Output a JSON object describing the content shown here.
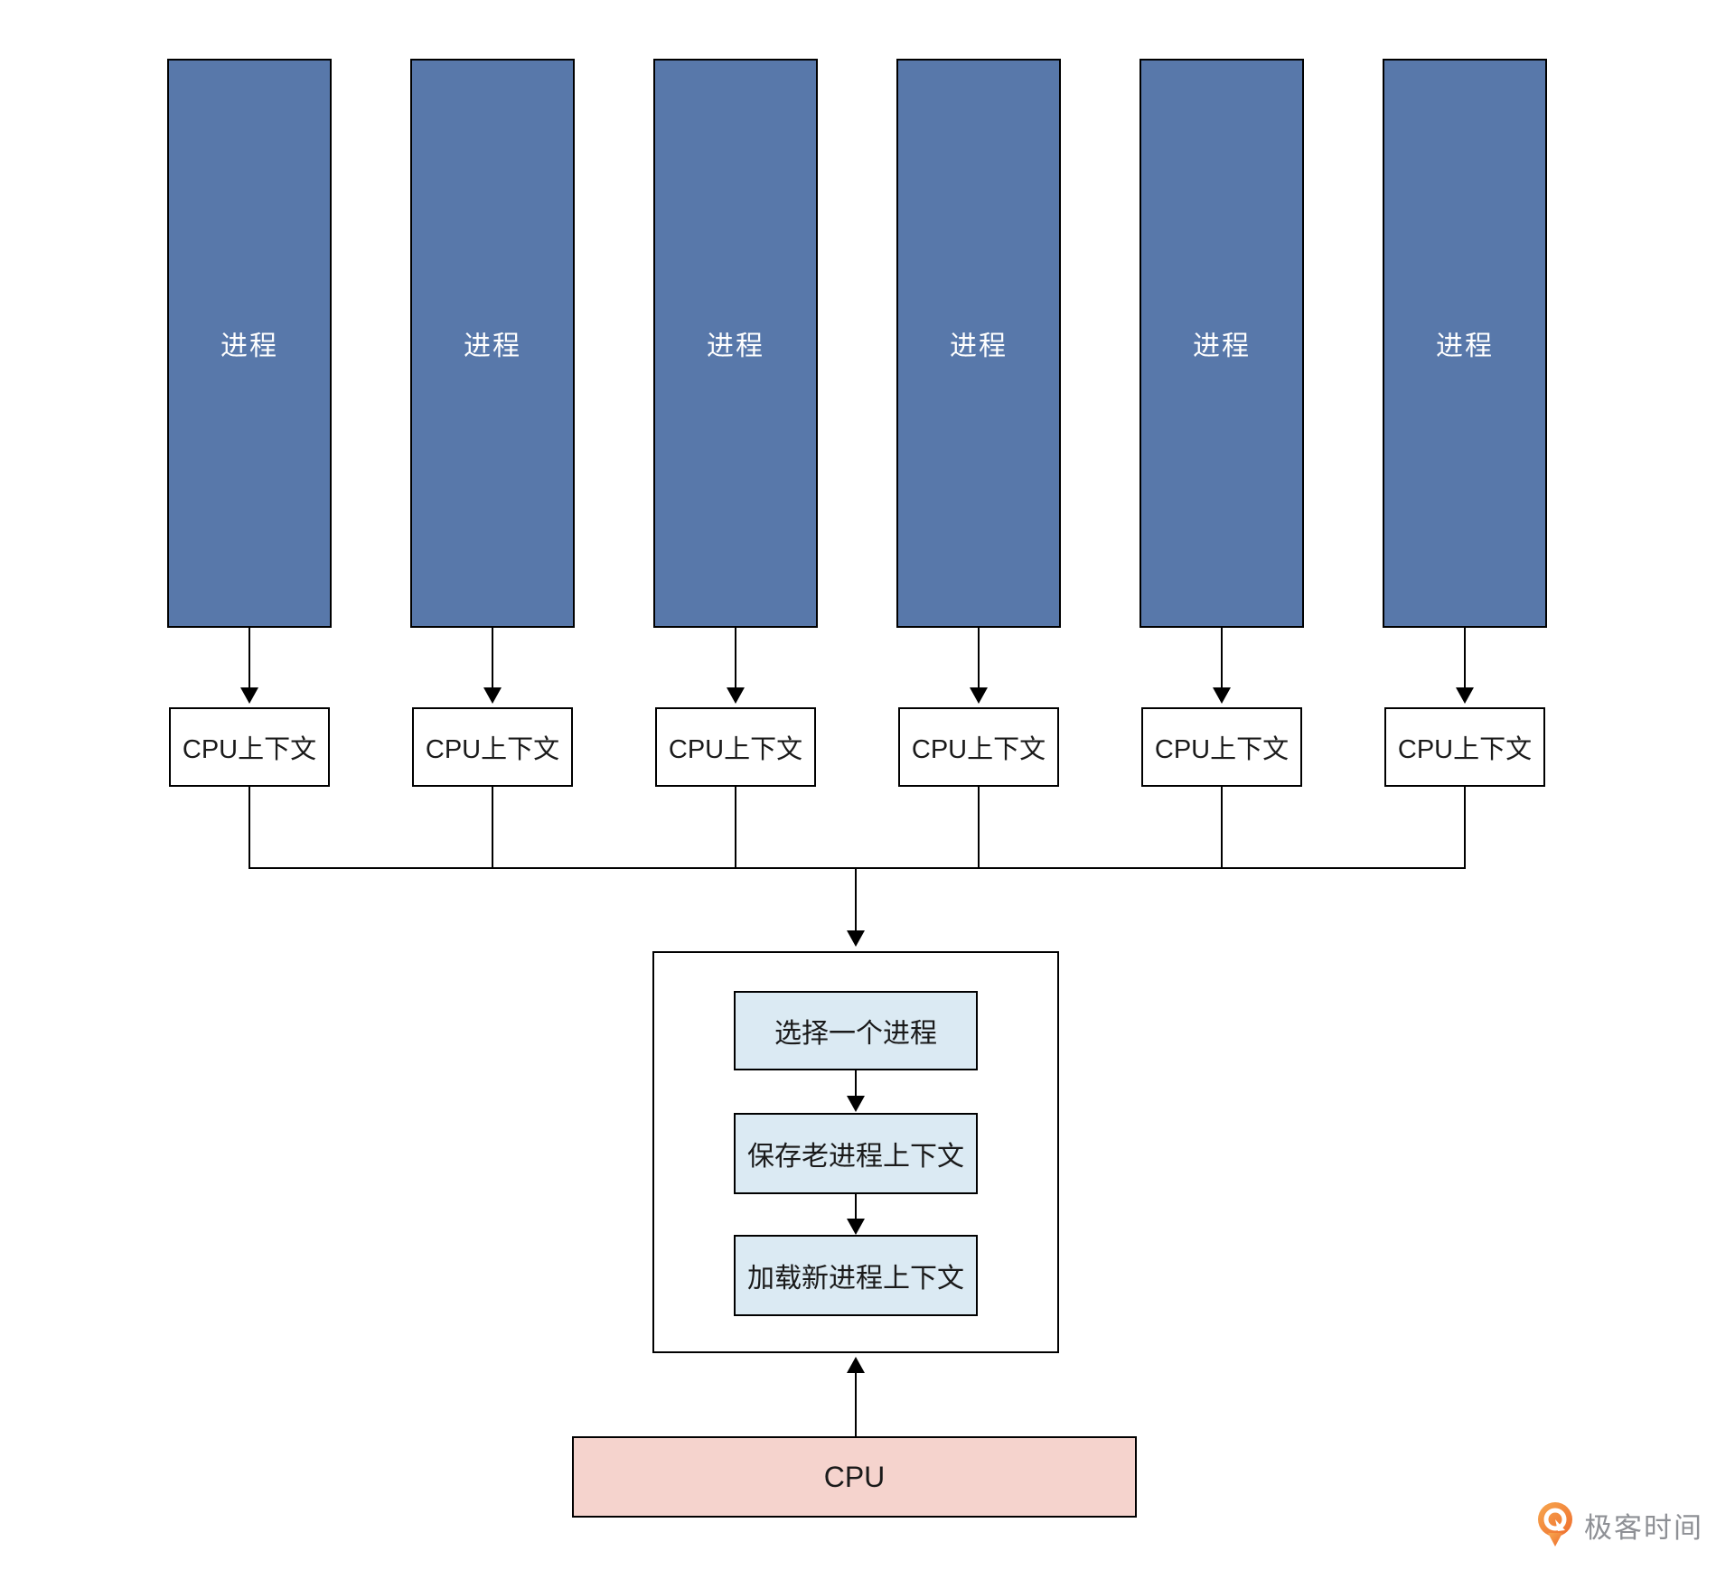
{
  "colors": {
    "process_fill": "#5878aa",
    "process_text": "#ffffff",
    "step_fill": "#dbeaf3",
    "cpu_fill": "#f5d3cd",
    "line": "#000000",
    "text": "#1a1a1a",
    "logo_text": "#8e9095",
    "logo_orange": "#ee6c2d"
  },
  "columns": [
    {
      "process": "进程",
      "cpu_context": "CPU上下文"
    },
    {
      "process": "进程",
      "cpu_context": "CPU上下文"
    },
    {
      "process": "进程",
      "cpu_context": "CPU上下文"
    },
    {
      "process": "进程",
      "cpu_context": "CPU上下文"
    },
    {
      "process": "进程",
      "cpu_context": "CPU上下文"
    },
    {
      "process": "进程",
      "cpu_context": "CPU上下文"
    }
  ],
  "scheduler": {
    "steps": [
      {
        "label": "选择一个进程"
      },
      {
        "label": "保存老进程上下文"
      },
      {
        "label": "加载新进程上下文"
      }
    ]
  },
  "cpu": {
    "label": "CPU"
  },
  "logo": {
    "text": "极客时间"
  }
}
